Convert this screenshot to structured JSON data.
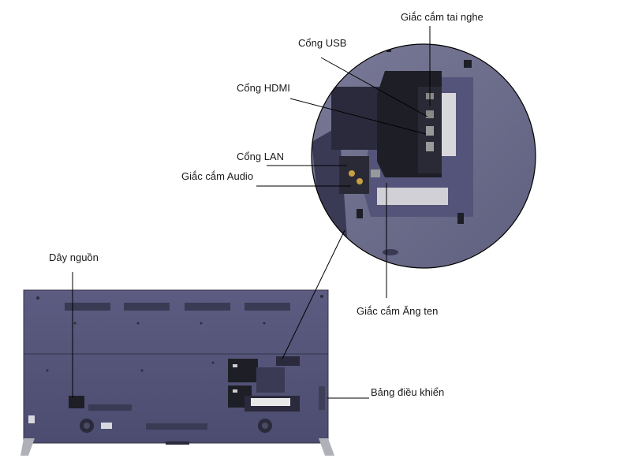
{
  "labels": {
    "headphone": "Giắc cắm tai nghe",
    "usb": "Cổng USB",
    "hdmi": "Cổng HDMI",
    "lan": "Cổng LAN",
    "audio": "Giắc cắm Audio",
    "power": "Dây nguồn",
    "antenna": "Giắc cắm Ăng ten",
    "control": "Bảng điều khiển"
  },
  "colors": {
    "tv_body": "#55557a",
    "tv_dark": "#3d3d5c",
    "zoom_bg": "#6a6a8a",
    "panel_black": "#1e1e26",
    "leader": "#000000"
  }
}
